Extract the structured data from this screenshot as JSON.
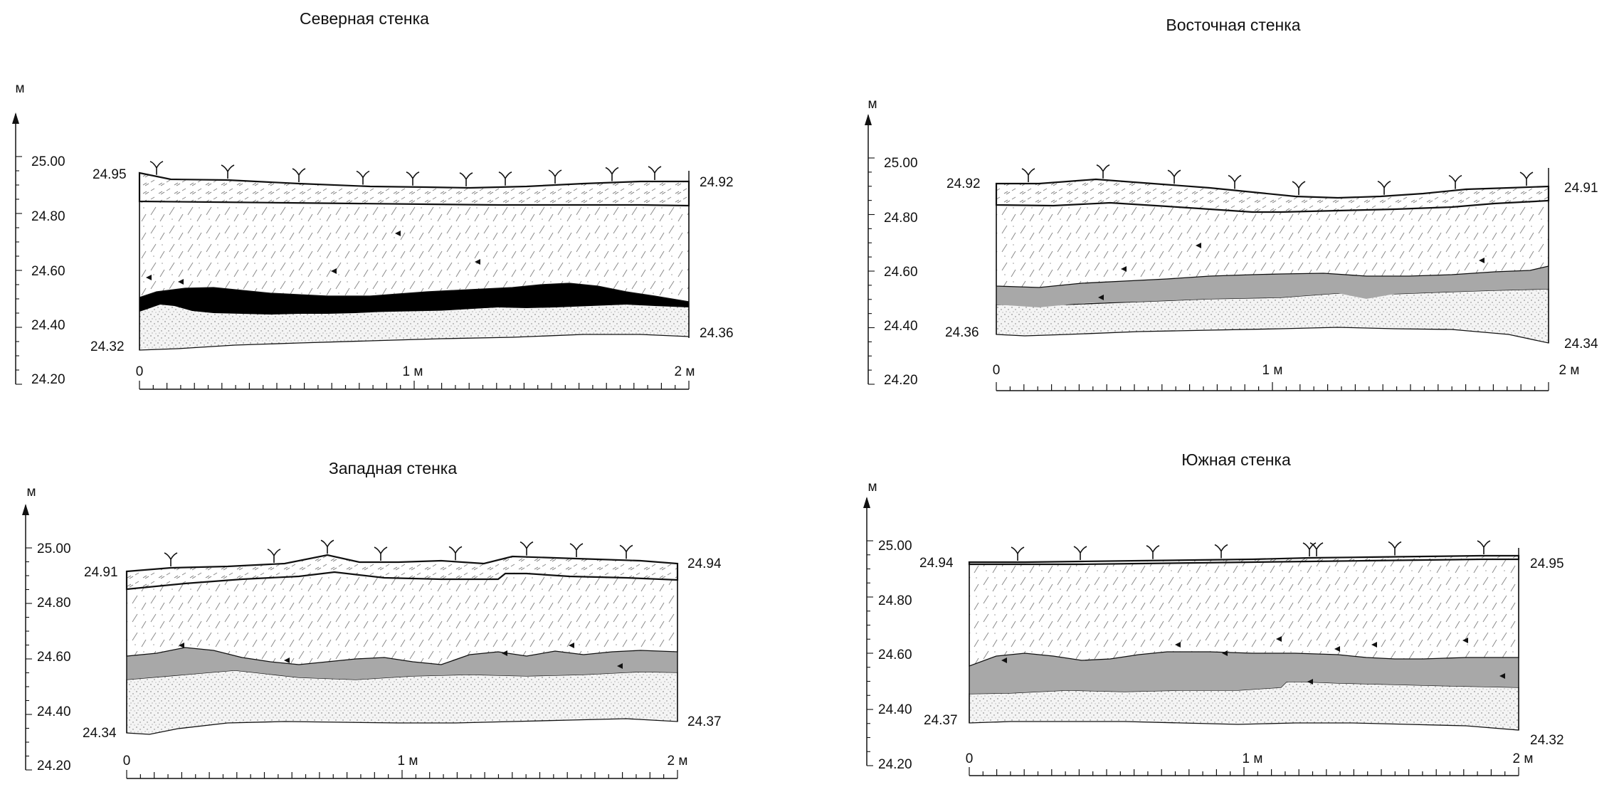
{
  "panels": [
    {
      "title": "Северная стенка",
      "unit": "м",
      "y_ticks": [
        "25.00",
        "24.80",
        "24.60",
        "24.40",
        "24.20"
      ],
      "x_ticks": [
        "0",
        "1 м",
        "2 м"
      ],
      "left_elevations": {
        "top": "24.95",
        "bottom": "24.32"
      },
      "right_elevations": {
        "top": "24.92",
        "bottom": "24.36"
      },
      "middle_layer": "black"
    },
    {
      "title": "Восточная стенка",
      "unit": "м",
      "y_ticks": [
        "25.00",
        "24.80",
        "24.60",
        "24.40",
        "24.20"
      ],
      "x_ticks": [
        "0",
        "1 м",
        "2 м"
      ],
      "left_elevations": {
        "top": "24.92",
        "bottom": "24.36"
      },
      "right_elevations": {
        "top": "24.91",
        "bottom": "24.34"
      },
      "middle_layer": "gray"
    },
    {
      "title": "Западная стенка",
      "unit": "м",
      "y_ticks": [
        "25.00",
        "24.80",
        "24.60",
        "24.40",
        "24.20"
      ],
      "x_ticks": [
        "0",
        "1 м",
        "2 м"
      ],
      "left_elevations": {
        "top": "24.91",
        "bottom": "24.34"
      },
      "right_elevations": {
        "top": "24.94",
        "bottom": "24.37"
      },
      "middle_layer": "gray"
    },
    {
      "title": "Южная стенка",
      "unit": "м",
      "y_ticks": [
        "25.00",
        "24.80",
        "24.60",
        "24.40",
        "24.20"
      ],
      "x_ticks": [
        "0",
        "1 м",
        "2 м"
      ],
      "left_elevations": {
        "top": "24.94",
        "bottom": "24.37"
      },
      "right_elevations": {
        "top": "24.95",
        "bottom": "24.32"
      },
      "middle_layer": "gray"
    }
  ],
  "colors": {
    "ink": "#111111",
    "gray_layer": "#a8a8a8",
    "black_layer": "#000000",
    "sand": "#f2f2f2"
  }
}
